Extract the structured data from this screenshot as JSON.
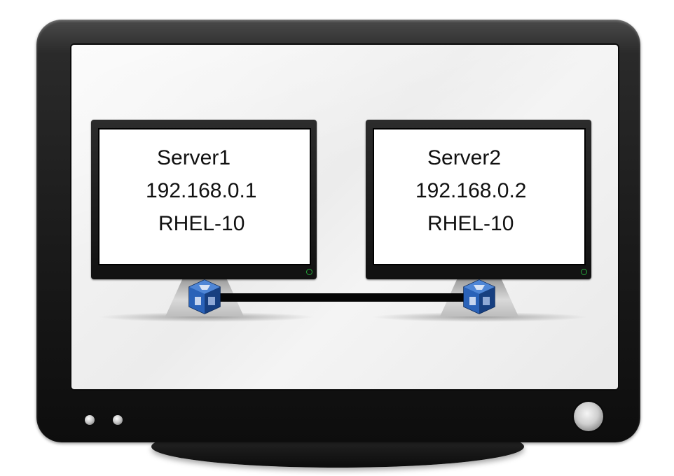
{
  "servers": [
    {
      "name": "Server1",
      "ip": "192.168.0.1",
      "os": "RHEL-10"
    },
    {
      "name": "Server2",
      "ip": "192.168.0.2",
      "os": "RHEL-10"
    }
  ],
  "icons": {
    "server_badge": "virtualbox-logo-icon",
    "outer_power": "power-button-icon",
    "server_power": "power-icon"
  },
  "colors": {
    "frame": "#1a1a1a",
    "screen": "#f2f2f2",
    "server_bezel": "#111111",
    "cable": "#050505",
    "power_led": "#25a53a",
    "virtualbox_blue": "#1c4f9e"
  }
}
